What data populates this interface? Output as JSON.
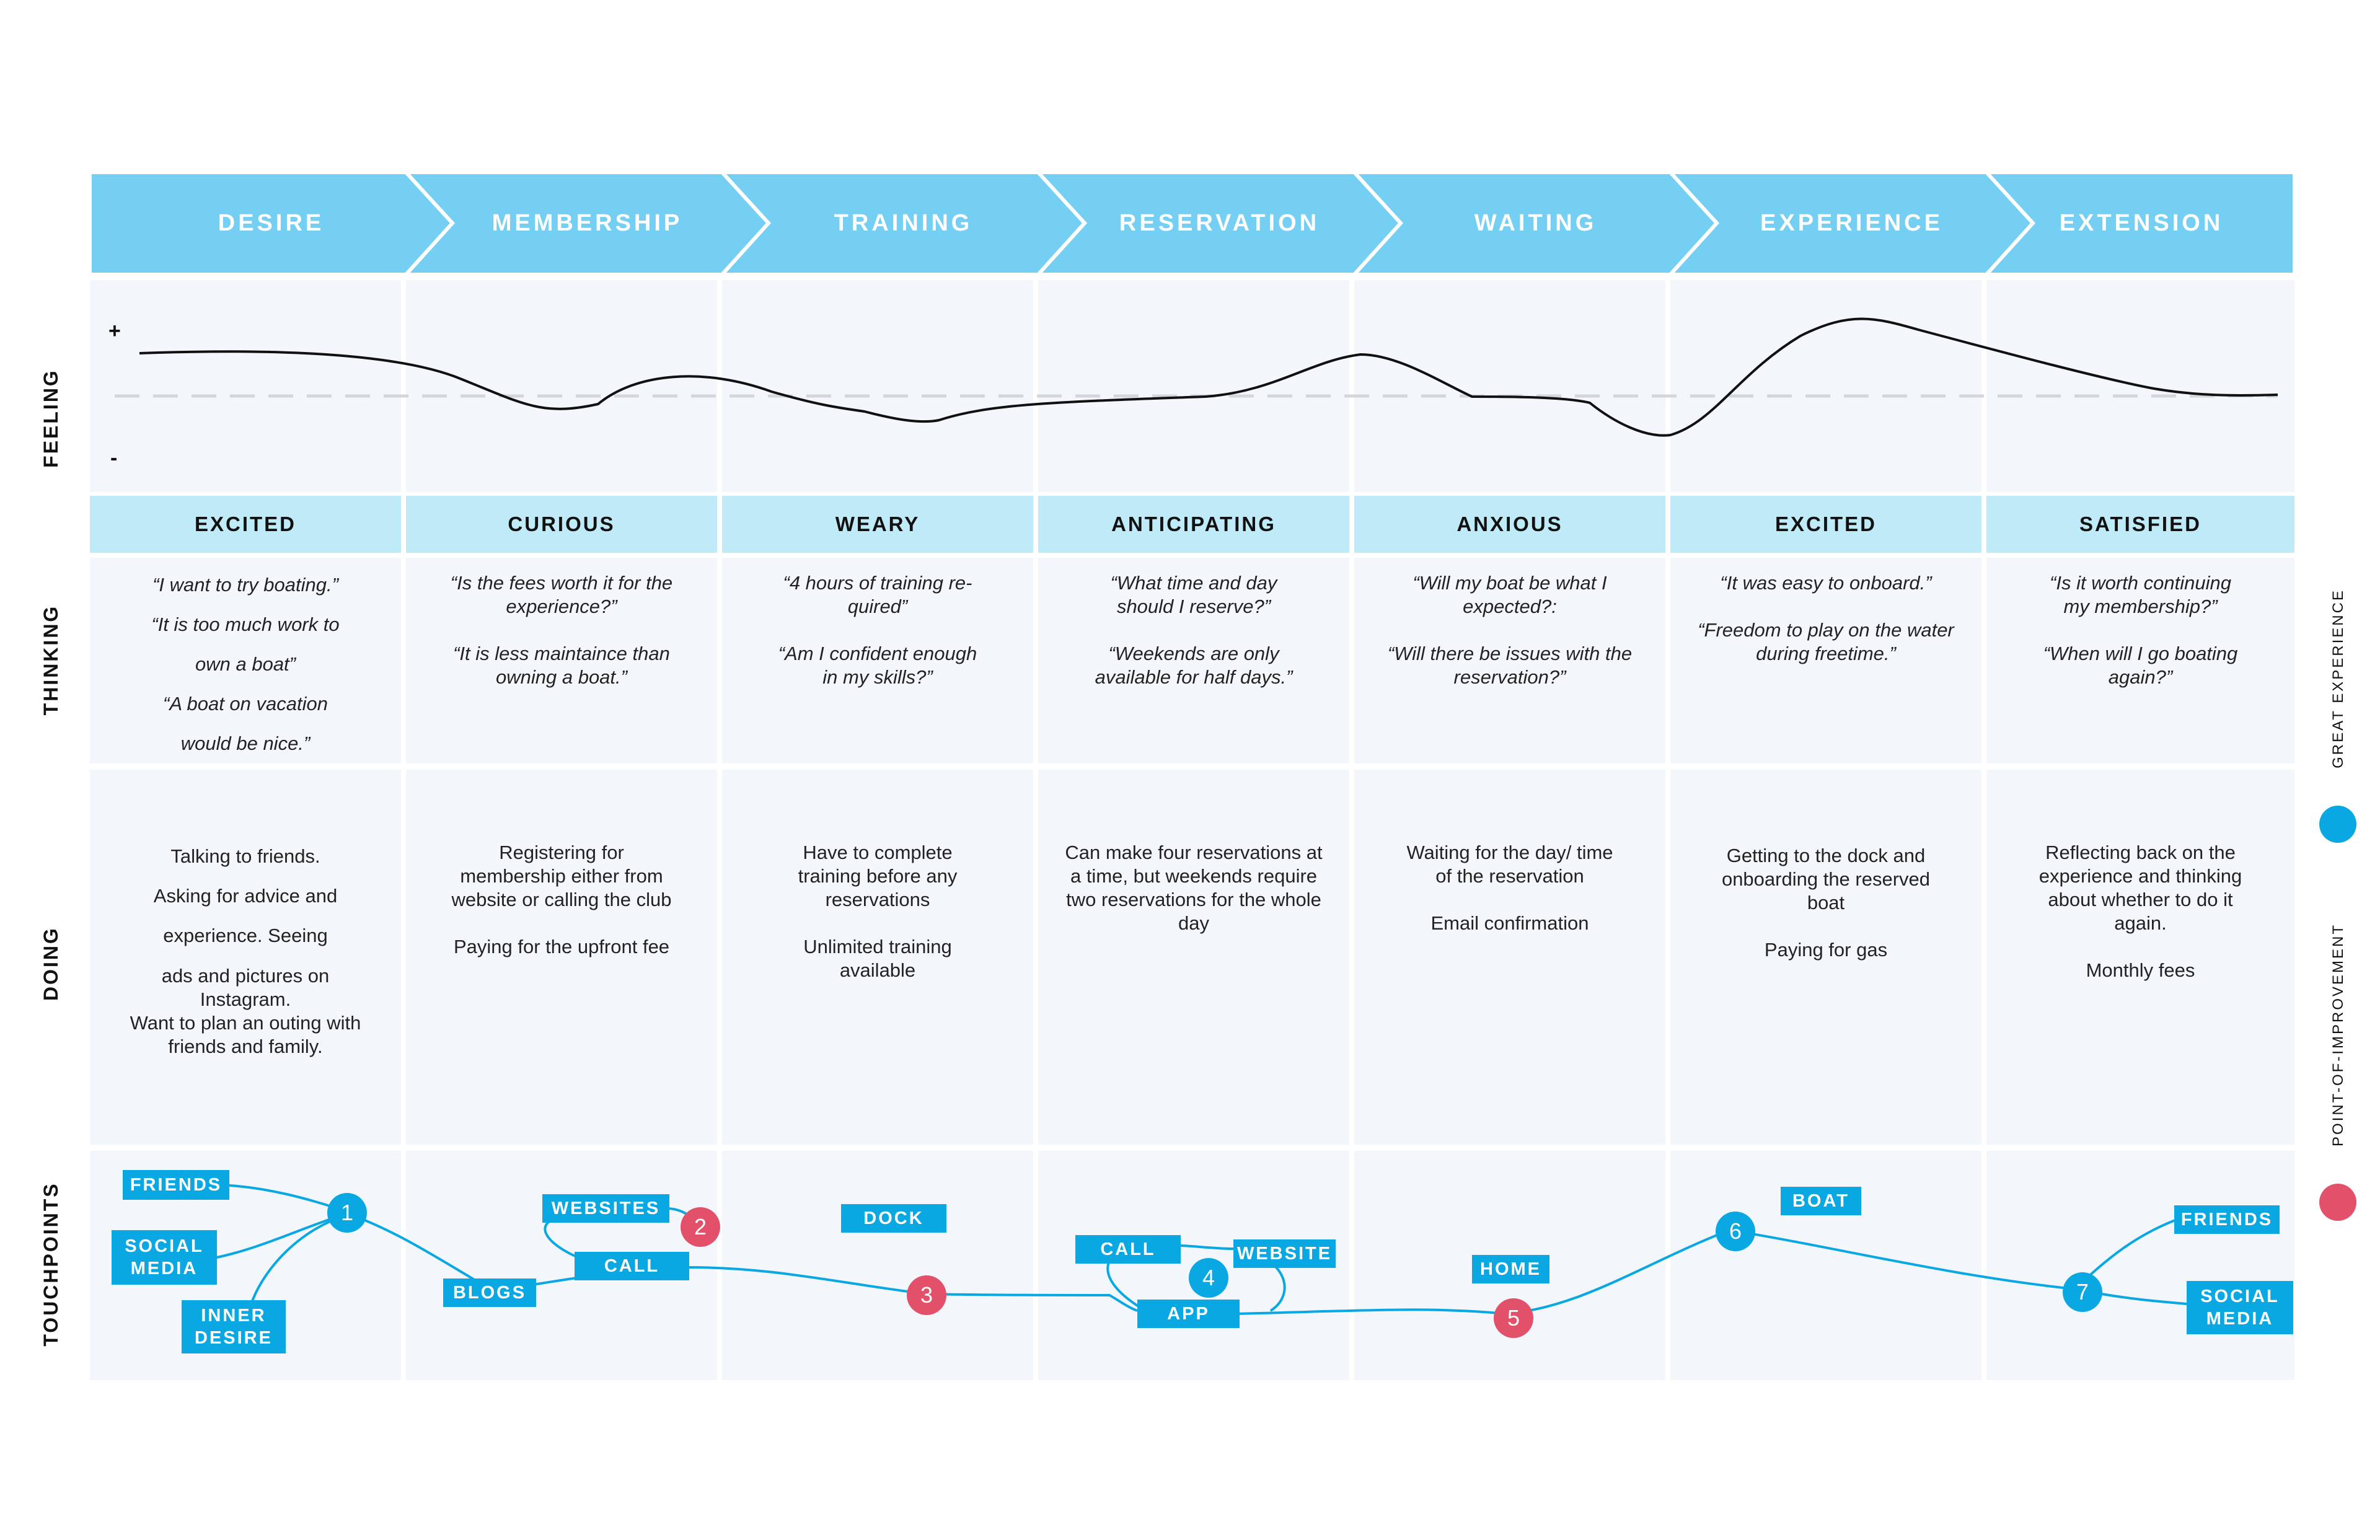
{
  "stages": [
    "DESIRE",
    "MEMBERSHIP",
    "TRAINING",
    "RESERVATION",
    "WAITING",
    "EXPERIENCE",
    "EXTENSION"
  ],
  "row_labels": {
    "feeling": "FEELING",
    "thinking": "THINKING",
    "doing": "DOING",
    "touchpoints": "TOUCHPOINTS"
  },
  "feeling_axis": {
    "plus": "+",
    "minus": "-"
  },
  "emotions": [
    "EXCITED",
    "CURIOUS",
    "WEARY",
    "ANTICIPATING",
    "ANXIOUS",
    "EXCITED",
    "SATISFIED"
  ],
  "thinking": [
    [
      "“I want to try boating.”",
      "“It is too much work to",
      "own a boat”",
      "“A boat on vacation",
      "would be nice.”"
    ],
    [
      "“Is the fees worth it for the experience?”",
      "“It is less maintaince than owning a boat.”"
    ],
    [
      "“4 hours of training re-quired”",
      "“Am I confident enough in my skills?”"
    ],
    [
      "“What time and day should I reserve?”",
      "“Weekends are only available for half days.”"
    ],
    [
      "“Will my boat be what I expected?:",
      "“Will there be issues with the reservation?”"
    ],
    [
      "“It was easy to onboard.”",
      "“Freedom to play on the water during freetime.”"
    ],
    [
      "“Is it worth continuing my membership?”",
      "“When will I go boating again?”"
    ]
  ],
  "doing": [
    [
      "Talking to friends.",
      "Asking for advice and",
      "experience. Seeing",
      "ads and pictures on Instagram.",
      "Want to plan an outing with friends and family."
    ],
    [
      "Registering for membership either from website or calling the club",
      "Paying for the upfront fee"
    ],
    [
      "Have to complete training before any reservations",
      "Unlimited training available"
    ],
    [
      "Can make four reservations at a time, but weekends require two reservations for the whole day"
    ],
    [
      "Waiting for the day/ time of the reservation",
      "Email confirmation"
    ],
    [
      "Getting to the dock and onboarding the reserved boat",
      "Paying for gas"
    ],
    [
      "Reflecting back on the experience and thinking about whether to do it again.",
      "Monthly fees"
    ]
  ],
  "touchpoints": {
    "tags": {
      "friends_1": "FRIENDS",
      "social_media_1": "SOCIAL MEDIA",
      "inner_desire": "INNER DESIRE",
      "blogs": "BLOGS",
      "websites": "WEBSITES",
      "call_1": "CALL",
      "dock": "DOCK",
      "call_2": "CALL",
      "website": "WEBSITE",
      "app": "APP",
      "home": "HOME",
      "boat": "BOAT",
      "friends_2": "FRIENDS",
      "social_media_2": "SOCIAL MEDIA"
    },
    "nodes": [
      {
        "label": "1",
        "type": "great-experience"
      },
      {
        "label": "2",
        "type": "point-of-improvement"
      },
      {
        "label": "3",
        "type": "point-of-improvement"
      },
      {
        "label": "4",
        "type": "great-experience"
      },
      {
        "label": "5",
        "type": "point-of-improvement"
      },
      {
        "label": "6",
        "type": "great-experience"
      },
      {
        "label": "7",
        "type": "great-experience"
      }
    ]
  },
  "legend": {
    "great_experience": "GREAT EXPERIENCE",
    "point_of_improvement": "POINT-OF-IMPROVEMENT"
  },
  "colors": {
    "stage_header": "#74cff3",
    "emotion_band": "#bfeaf7",
    "cell_background": "#f3f7fb",
    "great_experience": "#0aa8e2",
    "point_of_improvement": "#e3506a"
  }
}
